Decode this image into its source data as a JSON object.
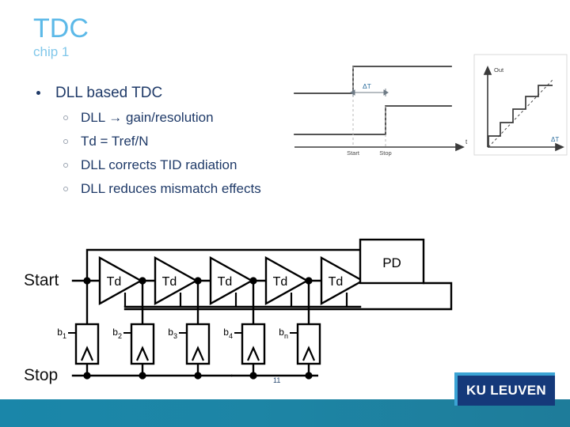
{
  "slide": {
    "title": "TDC",
    "subtitle": "chip 1",
    "page_number": "11",
    "accent_title_color": "#5cb9e8",
    "accent_subtitle_color": "#80c7ea",
    "body_text_color": "#1f3a68",
    "footer_color": "#1d85a5",
    "logo_box_color": "#15397a",
    "logo_accent_color": "#3ba3d4"
  },
  "bullets": [
    {
      "level": 1,
      "text": "DLL based TDC"
    },
    {
      "level": 2,
      "text": "DLL → gain/resolution"
    },
    {
      "level": 2,
      "text": "Td = Tref/N"
    },
    {
      "level": 2,
      "text": "DLL corrects TID radiation"
    },
    {
      "level": 2,
      "text": "DLL reduces mismatch effects"
    }
  ],
  "figures": {
    "timing_diagram": {
      "name": "start-stop-timing-diagram",
      "axis_label_x": "t",
      "interval_label": "ΔT",
      "tick_labels": [
        "Start",
        "Stop"
      ],
      "signals": [
        {
          "name": "start-signal",
          "rises_at": "Start"
        },
        {
          "name": "stop-signal",
          "rises_at": "Stop"
        }
      ],
      "interval_label_color": "#2e6f9e"
    },
    "transfer_curve": {
      "name": "tdc-transfer-characteristic",
      "axis_label_y": "Out",
      "axis_label_x": "ΔT",
      "ideal_line": "dashed",
      "steps": 5,
      "axis_label_x_color": "#2e6f9e"
    },
    "circuit": {
      "name": "dll-based-tdc-delay-line",
      "input_labels": [
        "Start",
        "Stop"
      ],
      "delay_cells": [
        "Td",
        "Td",
        "Td",
        "Td",
        "Td"
      ],
      "latch_labels": [
        "b",
        "b",
        "b",
        "b",
        "b"
      ],
      "latch_subscripts": [
        "1",
        "2",
        "3",
        "4",
        "n"
      ],
      "phase_detector_label": "PD"
    }
  },
  "logo": {
    "text": "KU LEUVEN"
  }
}
